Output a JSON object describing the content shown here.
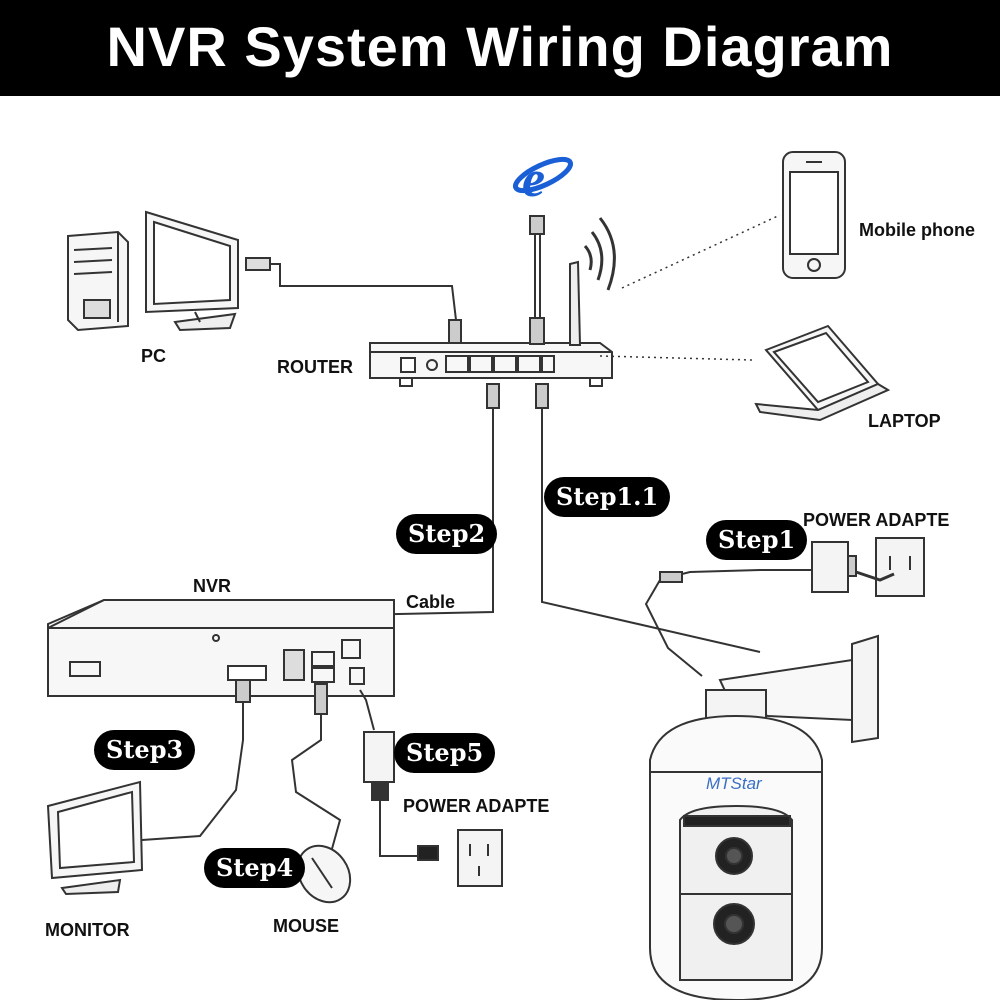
{
  "title": "NVR System Wiring Diagram",
  "labels": {
    "pc": "PC",
    "router": "ROUTER",
    "mobile_phone": "Mobile phone",
    "laptop": "LAPTOP",
    "power_adapter_camera": "POWER ADAPTE",
    "nvr": "NVR",
    "cable": "Cable",
    "power_adapter_nvr": "POWER ADAPTE",
    "monitor": "MONITOR",
    "mouse": "MOUSE",
    "camera_brand": "MTStar"
  },
  "steps": {
    "step1": "Step1",
    "step1_1": "Step1.1",
    "step2": "Step2",
    "step3": "Step3",
    "step4": "Step4",
    "step5": "Step5"
  },
  "colors": {
    "title_bg": "#000000",
    "title_text": "#ffffff",
    "step_bg": "#000000",
    "step_text": "#ffffff",
    "ie_logo": "#1a5fd6",
    "brand": "#3a6fc4"
  },
  "icons": [
    "internet-explorer-icon",
    "wifi-signal-icon"
  ]
}
